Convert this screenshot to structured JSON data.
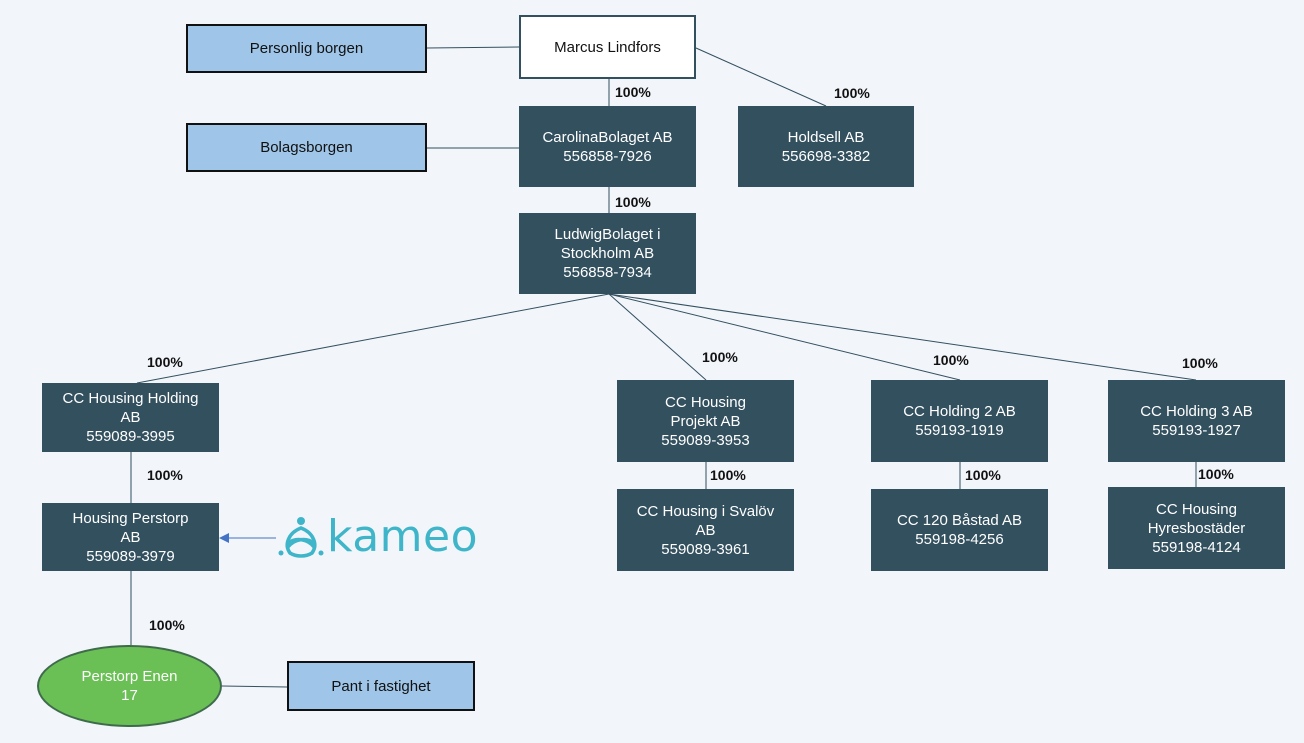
{
  "nodes": {
    "personlig_borgen": "Personlig borgen",
    "marcus": "Marcus Lindfors",
    "bolagsborgen": "Bolagsborgen",
    "carolina": "CarolinaBolaget AB\n556858-7926",
    "holdsell": "Holdsell AB\n556698-3382",
    "ludwig": "LudwigBolaget i\nStockholm AB\n556858-7934",
    "cc_housing_holding": "CC Housing Holding\nAB\n559089-3995",
    "housing_perstorp": "Housing Perstorp\nAB\n559089-3979",
    "perstorp_enen": "Perstorp Enen\n17",
    "pant": "Pant i fastighet",
    "cc_projekt": "CC Housing\nProjekt AB\n559089-3953",
    "cc_svalov": "CC Housing i Svalöv\nAB\n559089-3961",
    "cc_holding2": "CC Holding 2 AB\n559193-1919",
    "cc_bastad": "CC 120 Båstad AB\n559198-4256",
    "cc_holding3": "CC Holding 3 AB\n559193-1927",
    "cc_hyres": "CC Housing\nHyresbostäder\n559198-4124"
  },
  "ownership": {
    "marcus_carolina": "100%",
    "marcus_holdsell": "100%",
    "carolina_ludwig": "100%",
    "ludwig_ccholding": "100%",
    "ludwig_projekt": "100%",
    "ludwig_holding2": "100%",
    "ludwig_holding3": "100%",
    "ccholding_perstorp": "100%",
    "perstorp_enen": "100%",
    "projekt_svalov": "100%",
    "holding2_bastad": "100%",
    "holding3_hyres": "100%"
  },
  "logo": {
    "text": "kameo",
    "color": "#3fb5c9"
  },
  "colors": {
    "company": "#33505f",
    "guarantee": "#9fc5e8",
    "property": "#6abf55",
    "line": "#33505f",
    "arrow": "#4472c4"
  }
}
